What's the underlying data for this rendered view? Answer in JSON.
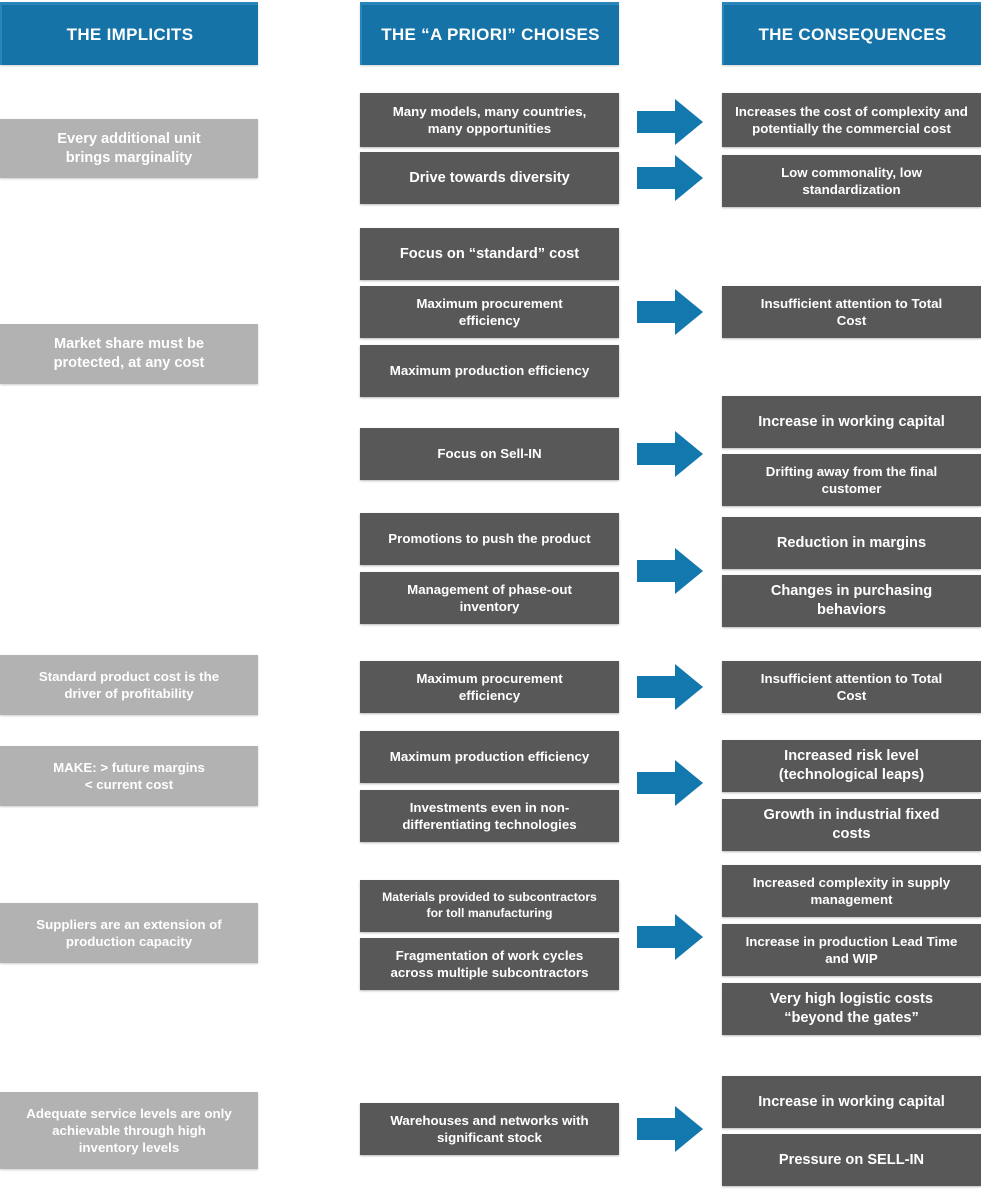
{
  "colors": {
    "header_blue": "#1673a8",
    "header_blue_light": "#2a86ba",
    "box_dark_gray": "#585859",
    "box_light_gray": "#b2b2b2",
    "arrow_blue": "#1278ad",
    "text_white": "#ffffff",
    "background": "#ffffff"
  },
  "headers": [
    {
      "id": "implicits",
      "label": "THE IMPLICITS"
    },
    {
      "id": "choises",
      "label": "THE “A PRIORI” CHOISES"
    },
    {
      "id": "consequences",
      "label": "THE CONSEQUENCES"
    }
  ],
  "columns": {
    "implicits": {
      "title": "THE IMPLICITS",
      "items": [
        {
          "text": "Every additional unit\nbrings marginality"
        },
        {
          "text": "Market share must be\nprotected, at any cost"
        },
        {
          "text": "Standard product cost is the\ndriver of profitability"
        },
        {
          "text": "MAKE: > future margins\n          < current cost"
        },
        {
          "text": "Suppliers are an extension of\nproduction capacity"
        },
        {
          "text": "Adequate service levels are only\nachievable through high\ninventory levels"
        }
      ]
    },
    "choises": {
      "title": "THE “A PRIORI” CHOISES",
      "items": [
        {
          "text": "Many models, many countries,\nmany opportunities"
        },
        {
          "text": "Drive towards diversity"
        },
        {
          "text": "Focus on “standard” cost"
        },
        {
          "text": "Maximum procurement\nefficiency"
        },
        {
          "text": "Maximum production efficiency"
        },
        {
          "text": "Focus on Sell-IN"
        },
        {
          "text": "Promotions to push the product"
        },
        {
          "text": "Management of phase-out\ninventory"
        },
        {
          "text": "Maximum procurement\nefficiency"
        },
        {
          "text": "Maximum production efficiency"
        },
        {
          "text": "Investments even in non-\ndifferentiating technologies"
        },
        {
          "text": "Materials provided to subcontractors\nfor toll manufacturing"
        },
        {
          "text": "Fragmentation of work cycles\nacross multiple subcontractors"
        },
        {
          "text": "Warehouses and networks with\nsignificant stock"
        }
      ]
    },
    "consequences": {
      "title": "THE CONSEQUENCES",
      "items": [
        {
          "text": "Increases the cost of complexity and\npotentially the commercial cost"
        },
        {
          "text": "Low commonality, low\nstandardization"
        },
        {
          "text": "Insufficient attention to Total\nCost"
        },
        {
          "text": "Increase in working capital"
        },
        {
          "text": "Drifting away from the final\ncustomer"
        },
        {
          "text": "Reduction in margins"
        },
        {
          "text": "Changes in purchasing\nbehaviors"
        },
        {
          "text": "Insufficient attention to Total\nCost"
        },
        {
          "text": "Increased risk level\n(technological leaps)"
        },
        {
          "text": "Growth in industrial fixed\ncosts"
        },
        {
          "text": "Increased complexity in supply\nmanagement"
        },
        {
          "text": "Increase in production Lead Time\nand WIP"
        },
        {
          "text": "Very high logistic costs\n“beyond the gates”"
        },
        {
          "text": "Increase in working capital"
        },
        {
          "text": "Pressure on SELL-IN"
        }
      ]
    }
  },
  "arrows": [
    {
      "id": "arrow-1",
      "from": "Many models, many countries, many opportunities",
      "to": "Increases the cost of complexity and potentially the commercial cost"
    },
    {
      "id": "arrow-2",
      "from": "Drive towards diversity",
      "to": "Low commonality, low standardization"
    },
    {
      "id": "arrow-3",
      "from": "Maximum procurement efficiency",
      "to": "Insufficient attention to Total Cost"
    },
    {
      "id": "arrow-4",
      "from": "Focus on Sell-IN",
      "to": "Increase in working capital"
    },
    {
      "id": "arrow-5",
      "from": "Promotions to push the product",
      "to": "Reduction in margins"
    },
    {
      "id": "arrow-6",
      "from": "Maximum procurement efficiency",
      "to": "Insufficient attention to Total Cost"
    },
    {
      "id": "arrow-7",
      "from": "Maximum production efficiency",
      "to": "Increased risk level (technological leaps)"
    },
    {
      "id": "arrow-8",
      "from": "Materials provided to subcontractors for toll manufacturing",
      "to": "Increased complexity in supply management"
    },
    {
      "id": "arrow-9",
      "from": "Warehouses and networks with significant stock",
      "to": "Increase in working capital"
    }
  ]
}
